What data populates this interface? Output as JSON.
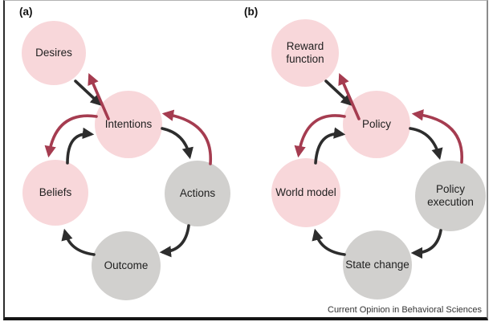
{
  "figure": {
    "panel_a": {
      "label": "(a)",
      "nodes": [
        {
          "id": "desires",
          "label": "Desires",
          "color": "pink"
        },
        {
          "id": "intentions",
          "label": "Intentions",
          "color": "pink"
        },
        {
          "id": "beliefs",
          "label": "Beliefs",
          "color": "pink"
        },
        {
          "id": "actions",
          "label": "Actions",
          "color": "gray"
        },
        {
          "id": "outcome",
          "label": "Outcome",
          "color": "gray"
        }
      ],
      "edges": [
        {
          "from": "desires",
          "to": "intentions",
          "color": "black"
        },
        {
          "from": "intentions",
          "to": "desires",
          "color": "red"
        },
        {
          "from": "intentions",
          "to": "beliefs",
          "color": "red"
        },
        {
          "from": "beliefs",
          "to": "intentions",
          "color": "black"
        },
        {
          "from": "intentions",
          "to": "actions",
          "color": "black"
        },
        {
          "from": "actions",
          "to": "intentions",
          "color": "red"
        },
        {
          "from": "actions",
          "to": "outcome",
          "color": "black"
        },
        {
          "from": "outcome",
          "to": "beliefs",
          "color": "black"
        }
      ]
    },
    "panel_b": {
      "label": "(b)",
      "nodes": [
        {
          "id": "reward_function",
          "label": "Reward function",
          "color": "pink"
        },
        {
          "id": "policy",
          "label": "Policy",
          "color": "pink"
        },
        {
          "id": "world_model",
          "label": "World model",
          "color": "pink"
        },
        {
          "id": "policy_execution",
          "label": "Policy execution",
          "color": "gray"
        },
        {
          "id": "state_change",
          "label": "State change",
          "color": "gray"
        }
      ],
      "edges": [
        {
          "from": "reward_function",
          "to": "policy",
          "color": "black"
        },
        {
          "from": "policy",
          "to": "reward_function",
          "color": "red"
        },
        {
          "from": "policy",
          "to": "world_model",
          "color": "red"
        },
        {
          "from": "world_model",
          "to": "policy",
          "color": "black"
        },
        {
          "from": "policy",
          "to": "policy_execution",
          "color": "black"
        },
        {
          "from": "policy_execution",
          "to": "policy",
          "color": "red"
        },
        {
          "from": "policy_execution",
          "to": "state_change",
          "color": "black"
        },
        {
          "from": "state_change",
          "to": "world_model",
          "color": "black"
        }
      ]
    },
    "credit": "Current Opinion in Behavioral Sciences",
    "colors": {
      "pink_node": "#f8d7da",
      "gray_node": "#d1d0ce",
      "black_arrow": "#2d2d2d",
      "red_arrow": "#a53c50"
    }
  }
}
